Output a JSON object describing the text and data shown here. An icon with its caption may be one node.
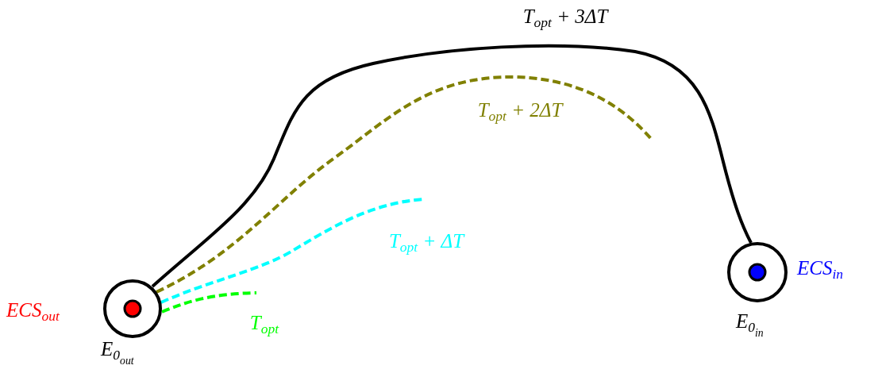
{
  "diagram": {
    "nodes": [
      {
        "text": [
          "ECS$_{out}$",
          "E$_{0}$$_{out}$"
        ]
      },
      {
        "text": [
          "ECS$_{in}$",
          "E$_{0}$$_{in}$"
        ]
      }
    ],
    "edges": [
      {
        "from": 0,
        "to": 1,
        "arrow": "none",
        "label": "T$_{opt}$ + 3ΔT",
        "color": "#000000"
      },
      {
        "from": 0,
        "to": null,
        "arrow": "none",
        "label": "T$_{opt}$ + 2ΔT",
        "style": "dashed",
        "color": "#808000"
      },
      {
        "from": 0,
        "to": null,
        "arrow": "none",
        "label": "T$_{opt}$ + ΔT",
        "style": "dashed",
        "color": "#00ffff"
      },
      {
        "from": 0,
        "to": null,
        "arrow": "none",
        "label": "T$_{opt}$",
        "style": "dashed",
        "color": "#00ff00"
      }
    ]
  }
}
